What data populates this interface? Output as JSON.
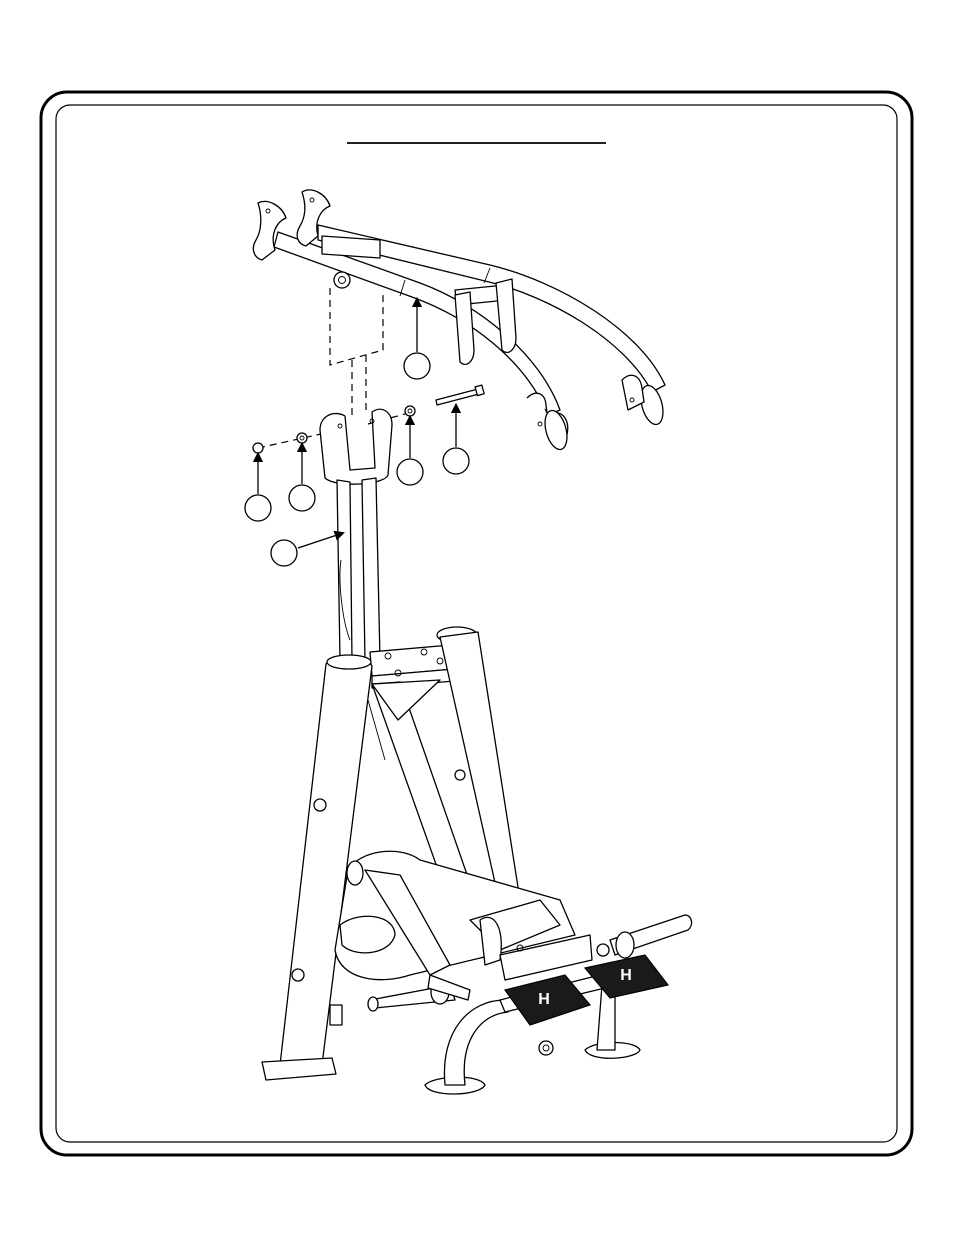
{
  "page": {
    "title": "",
    "callouts": [
      {
        "id": "part-a",
        "label": ""
      },
      {
        "id": "part-b",
        "label": ""
      },
      {
        "id": "part-c",
        "label": ""
      },
      {
        "id": "part-d",
        "label": ""
      },
      {
        "id": "part-e",
        "label": ""
      },
      {
        "id": "part-f",
        "label": ""
      },
      {
        "id": "part-g",
        "label": ""
      }
    ]
  },
  "colors": {
    "line": "#000000",
    "background": "#ffffff",
    "pedal": "#1a1a1a"
  }
}
